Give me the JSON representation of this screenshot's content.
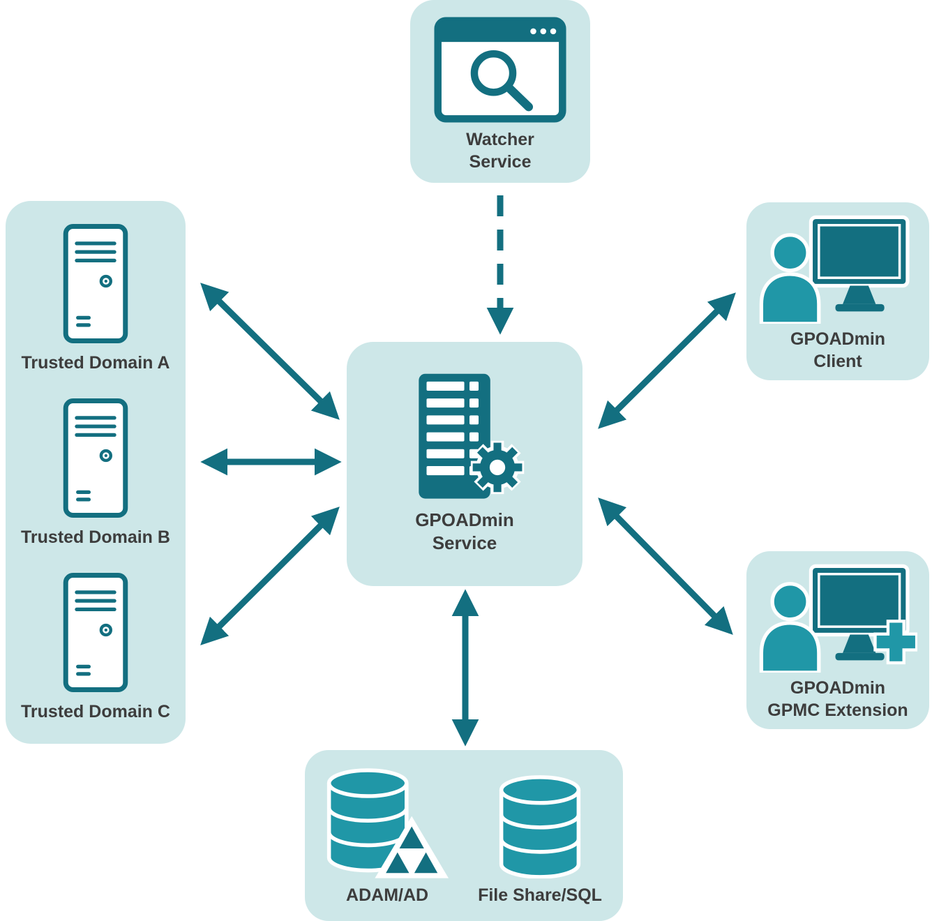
{
  "palette": {
    "dark_teal": "#136f80",
    "medium_teal": "#2097a7",
    "light_panel": "#cde7e8",
    "text": "#3d3d3d",
    "background": "#ffffff"
  },
  "nodes": {
    "watcher_service": {
      "line1": "Watcher",
      "line2": "Service"
    },
    "trusted_domains": [
      {
        "label": "Trusted Domain A"
      },
      {
        "label": "Trusted Domain B"
      },
      {
        "label": "Trusted Domain C"
      }
    ],
    "gpoadmin_service": {
      "line1": "GPOADmin",
      "line2": "Service"
    },
    "gpoadmin_client": {
      "line1": "GPOADmin",
      "line2": "Client"
    },
    "gpmc_extension": {
      "line1": "GPOADmin",
      "line2": "GPMC Extension"
    },
    "storage": {
      "adam": "ADAM/AD",
      "fileshare": "File Share/SQL"
    }
  },
  "connections": [
    {
      "from": "watcher-service",
      "to": "gpoadmin-service",
      "style": "dashed",
      "direction": "one-way"
    },
    {
      "from": "trusted-domain-a",
      "to": "gpoadmin-service",
      "style": "solid",
      "direction": "two-way"
    },
    {
      "from": "trusted-domain-b",
      "to": "gpoadmin-service",
      "style": "solid",
      "direction": "two-way"
    },
    {
      "from": "trusted-domain-c",
      "to": "gpoadmin-service",
      "style": "solid",
      "direction": "two-way"
    },
    {
      "from": "gpoadmin-client",
      "to": "gpoadmin-service",
      "style": "solid",
      "direction": "two-way"
    },
    {
      "from": "gpoadmin-gpmc-extension",
      "to": "gpoadmin-service",
      "style": "solid",
      "direction": "two-way"
    },
    {
      "from": "storage",
      "to": "gpoadmin-service",
      "style": "solid",
      "direction": "two-way"
    }
  ]
}
